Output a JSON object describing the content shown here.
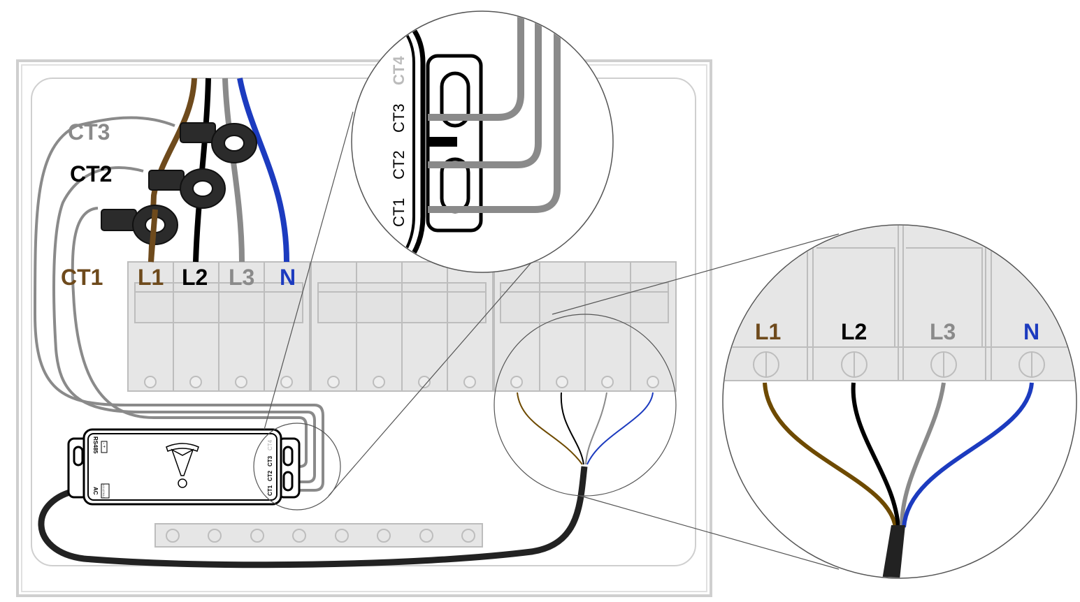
{
  "ct_labels": {
    "ct3": "CT3",
    "ct2": "CT2",
    "ct1": "CT1",
    "ct4": "CT4"
  },
  "phase_labels": {
    "l1": "L1",
    "l2": "L2",
    "l3": "L3",
    "n": "N"
  },
  "meter": {
    "rs485": "RS485",
    "rs485_pins": "- +",
    "ac": "AC",
    "ac_pins": "L1 L2 N L3"
  },
  "colors": {
    "l1": "#6e4a1c",
    "l2": "#000000",
    "l3": "#8a8a8a",
    "n": "#1c3bbf",
    "ct_lead": "#8a8a8a"
  }
}
